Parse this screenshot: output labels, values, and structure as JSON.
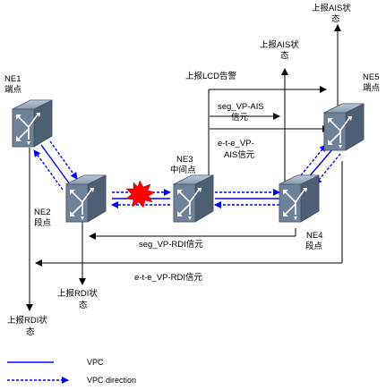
{
  "nodes": {
    "ne1": {
      "name": "NE1",
      "role": "端点"
    },
    "ne2": {
      "name": "NE2",
      "role": "段点"
    },
    "ne3": {
      "name": "NE3",
      "role": "中间点"
    },
    "ne4": {
      "name": "NE4",
      "role": "段点"
    },
    "ne5": {
      "name": "NE5",
      "role": "端点"
    }
  },
  "reports": {
    "ne5_ais": [
      "上报AIS状",
      "态"
    ],
    "ne4_ais": [
      "上报AIS状",
      "态"
    ],
    "lcd_alarm": "上报LCD告警",
    "ne2_rdi": [
      "上报RDI状",
      "态"
    ],
    "ne1_rdi": [
      "上报RDI状",
      "态"
    ]
  },
  "signals": {
    "seg_vp_ais": [
      "seg_VP-AIS",
      "信元"
    ],
    "ete_vp_ais": [
      "e-t-e_VP-",
      "AIS信元"
    ],
    "seg_vp_rdi": "seg_VP-RDI信元",
    "ete_vp_rdi": "e-t-e_VP-RDI信元"
  },
  "fault": {
    "marker": "fault-star",
    "color": "#ff0000"
  },
  "legend": [
    {
      "style": "solid",
      "label": "VPC"
    },
    {
      "style": "dashed-arrow",
      "label": "VPC direction"
    }
  ],
  "colors": {
    "vpc": "#0000ff",
    "device": "#6a7f96",
    "arrow": "#000000"
  }
}
